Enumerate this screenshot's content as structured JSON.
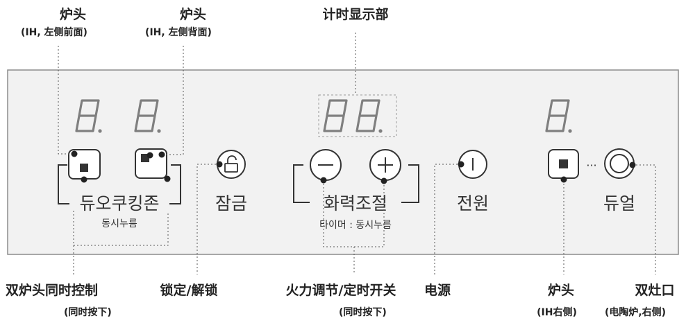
{
  "colors": {
    "panel_fill": "#f2f2f2",
    "panel_border": "#8c8c8c",
    "segment": "#7f7f7f",
    "line": "#3a3a3a",
    "callout": "#555555",
    "dot": "#222222"
  },
  "callouts": {
    "burner_front": {
      "title": "炉头",
      "sub": "(IH, 左侧前面)"
    },
    "burner_back": {
      "title": "炉头",
      "sub": "(IH, 左侧背面)"
    },
    "timer_display": {
      "title": "计时显示部"
    },
    "dual_control": {
      "title": "双炉头同时控制",
      "sub": "(同时按下)"
    },
    "lock": {
      "title": "锁定/解锁"
    },
    "power_timer": {
      "title": "火力调节/定时开关",
      "sub": "(同时按下)"
    },
    "power": {
      "title": "电源"
    },
    "burner_right": {
      "title": "炉头",
      "sub": "(IH右侧)"
    },
    "dual_ring": {
      "title": "双灶口",
      "sub": "(电陶炉,右侧)"
    }
  },
  "panel": {
    "display_char": "8",
    "duo_cooking": "듀오쿠킹존",
    "duo_hint": "동시누름",
    "lock": "잠금",
    "power_level": "화력조절",
    "timer_hint": "타이머 : 동시누름",
    "power": "전원",
    "dual": "듀얼",
    "dots": "···"
  },
  "icons": [
    "lock-icon",
    "minus-icon",
    "plus-icon",
    "power-icon",
    "square-burner-icon",
    "ring-icon"
  ]
}
